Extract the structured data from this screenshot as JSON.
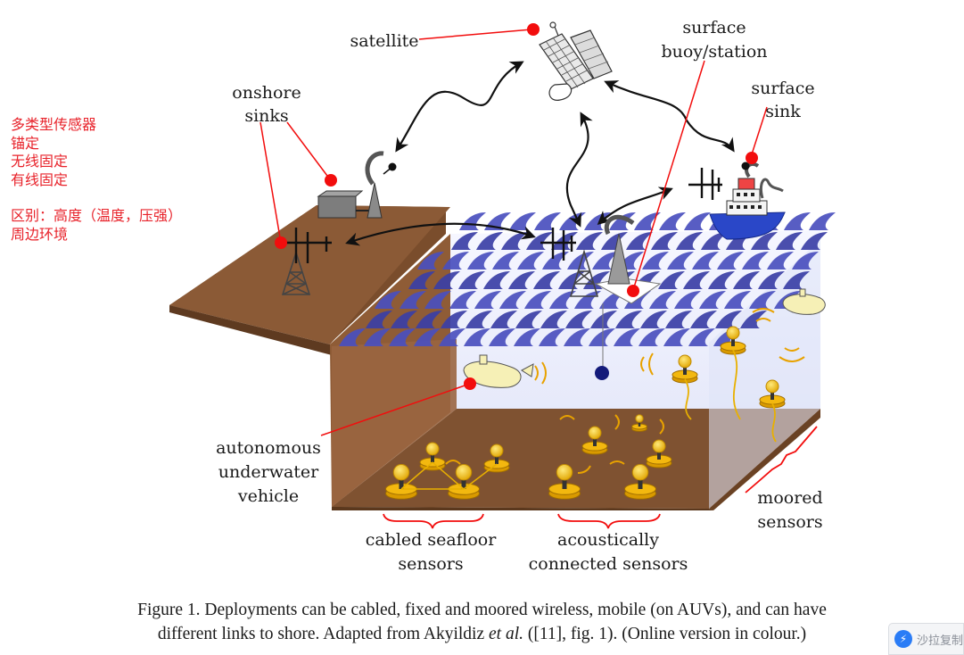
{
  "labels": {
    "satellite": "satellite",
    "surface_line1": "surface",
    "surface_line2": "buoy/station",
    "onshore_line1": "onshore",
    "onshore_line2": "sinks",
    "surface_sink_line1": "surface",
    "surface_sink_line2": "sink",
    "auv_line1": "autonomous",
    "auv_line2": "underwater",
    "auv_line3": "vehicle",
    "moored_line1": "moored",
    "moored_line2": "sensors",
    "cabled_line1": "cabled seafloor",
    "cabled_line2": "sensors",
    "acoustic_line1": "acoustically",
    "acoustic_line2": "connected sensors"
  },
  "annotations": {
    "line1": "多类型传感器",
    "line2": "锚定",
    "line3": "无线固定",
    "line4": "有线固定",
    "line5": "区别：高度（温度，压强）",
    "line6": "周边环境"
  },
  "caption": {
    "line1": "Figure 1. Deployments can be cabled, fixed and moored wireless, mobile (on AUVs), and can have",
    "line2_before": "different links to shore. Adapted from Akyildiz ",
    "line2_italic": "et al.",
    "line2_after": " ([11], fig. 1). (Online version in colour.)"
  },
  "widget": {
    "label": "沙拉复制",
    "icon": "lightning-icon"
  },
  "colors": {
    "red_marker": "#f20d0d",
    "annotation_red": "#e8232b",
    "land_brown": "#8b5a36",
    "sea_blue": "#3b3fa6",
    "sensor_gold": "#f2b90f",
    "water": "#eef0fb"
  }
}
